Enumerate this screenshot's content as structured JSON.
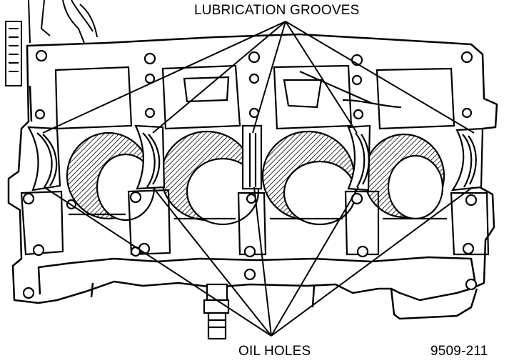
{
  "labels": {
    "top": "LUBRICATION GROOVES",
    "bottom": "OIL HOLES",
    "figure_number": "9509-211"
  },
  "colors": {
    "ink": "#000000",
    "paper": "#ffffff"
  }
}
